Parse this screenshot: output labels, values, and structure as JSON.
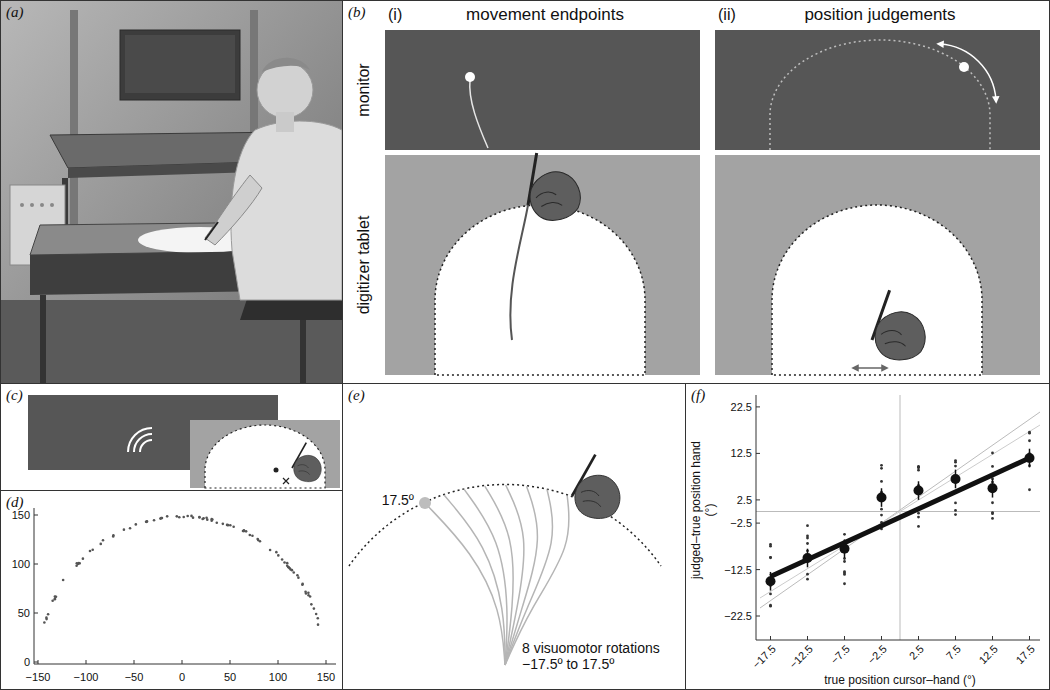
{
  "diagram": {
    "nodes": [
      {
        "text": [
          "(a)"
        ]
      },
      {
        "text": [
          "(b)"
        ]
      },
      {
        "text": [
          "(c)"
        ]
      },
      {
        "text": [
          "(d)"
        ]
      },
      {
        "text": [
          "(e)"
        ]
      },
      {
        "text": [
          "(f)"
        ]
      }
    ],
    "labels": [
      "(i)",
      "movement endpoints",
      "(ii)",
      "position judgements",
      "monitor",
      "digitizer tablet",
      "150",
      "100",
      "50",
      "0",
      "−150",
      "−100",
      "−50",
      "0",
      "50",
      "100",
      "150",
      "17.5º",
      "8 visuomotor rotations −17.5º to 17.5º",
      "judged–true position hand (°)",
      "22.5",
      "12.5",
      "2.5",
      "−2.5",
      "−12.5",
      "−22.5",
      "−17.5",
      "−12.5",
      "−7.5",
      "−2.5",
      "2.5",
      "7.5",
      "12.5",
      "17.5",
      "true position cursor–hand (°)"
    ]
  }
}
